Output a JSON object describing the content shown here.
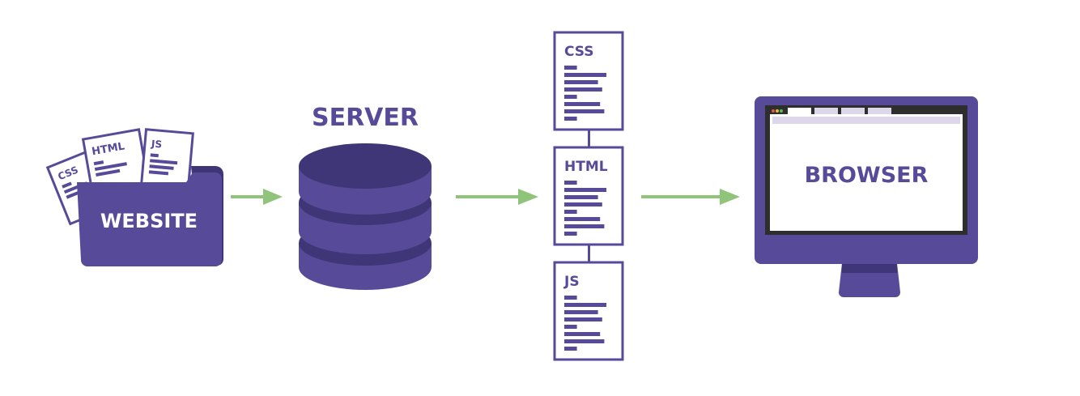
{
  "colors": {
    "primary": "#574a98",
    "primary_dark": "#3f3677",
    "arrow": "#8fc47a",
    "screen_bezel": "#2e2e2e",
    "tab": "#dcd8ea",
    "white": "#ffffff"
  },
  "website": {
    "label": "WEBSITE",
    "files": [
      "CSS",
      "HTML",
      "JS"
    ]
  },
  "server": {
    "label": "SERVER"
  },
  "files_stack": [
    {
      "label": "CSS"
    },
    {
      "label": "HTML"
    },
    {
      "label": "JS"
    }
  ],
  "browser": {
    "label": "BROWSER",
    "tab_count": 4
  }
}
